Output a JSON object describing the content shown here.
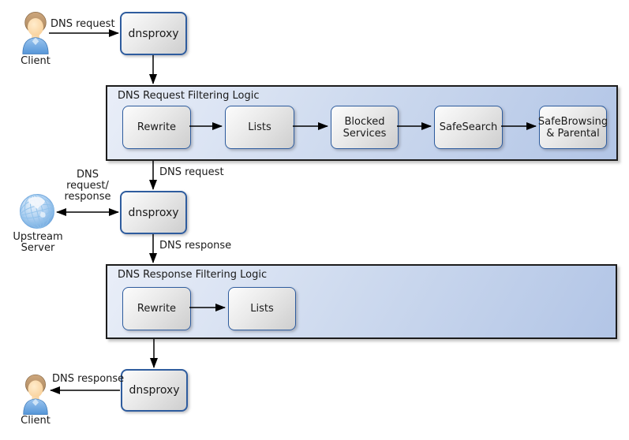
{
  "colors": {
    "node_border": "#2e5c9e",
    "container_border": "#1c1c1c",
    "container_gradient_start": "#e9eef8",
    "container_gradient_end": "#b2c5e6",
    "node_gradient_start": "#fcfcfc",
    "node_gradient_end": "#cecece",
    "arrow": "#000000",
    "globe_blue": "#5b9bd5",
    "person_shirt": "#6aa5e0",
    "person_hair": "#bb9368",
    "person_skin": "#fcd9a8"
  },
  "actors": {
    "client_top": {
      "label": "Client"
    },
    "client_bottom": {
      "label": "Client"
    },
    "upstream_server": {
      "label": "Upstream Server"
    }
  },
  "proxies": {
    "top": {
      "label": "dnsproxy"
    },
    "middle": {
      "label": "dnsproxy"
    },
    "bottom": {
      "label": "dnsproxy"
    }
  },
  "pipelines": {
    "request": {
      "title": "DNS Request Filtering Logic",
      "steps": [
        "Rewrite",
        "Lists",
        "Blocked Services",
        "SafeSearch",
        "SafeBrowsing & Parental"
      ]
    },
    "response": {
      "title": "DNS Response Filtering Logic",
      "steps": [
        "Rewrite",
        "Lists"
      ]
    }
  },
  "edge_labels": {
    "client_to_proxy": "DNS request",
    "pipeline_to_proxy": "DNS request",
    "upstream_exchange_lines": [
      "DNS",
      "request/",
      "response"
    ],
    "proxy_to_response_pipeline": "DNS response",
    "proxy_to_client": "DNS response"
  }
}
